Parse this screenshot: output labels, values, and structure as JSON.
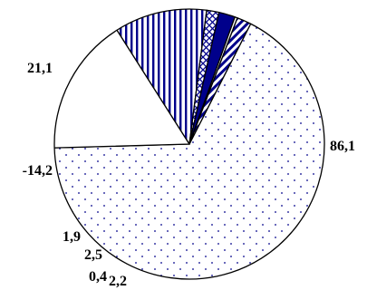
{
  "chart_data": {
    "type": "pie",
    "title": "",
    "labels": [
      "86,1",
      "21,1",
      "-14,2",
      "1,9",
      "2,5",
      "0,4",
      "2,2"
    ],
    "values": [
      86.1,
      21.1,
      14.2,
      1.9,
      2.5,
      0.4,
      2.2
    ],
    "fills": [
      "dots",
      "plain",
      "vertical-stripes",
      "diagonal-hatch",
      "solid",
      "plain",
      "diagonal-stripes"
    ],
    "start_angle_deg": -63,
    "direction": "clockwise",
    "colors": {
      "outline": "#000000",
      "pattern": "#00008B",
      "plain": "#ffffff"
    }
  }
}
